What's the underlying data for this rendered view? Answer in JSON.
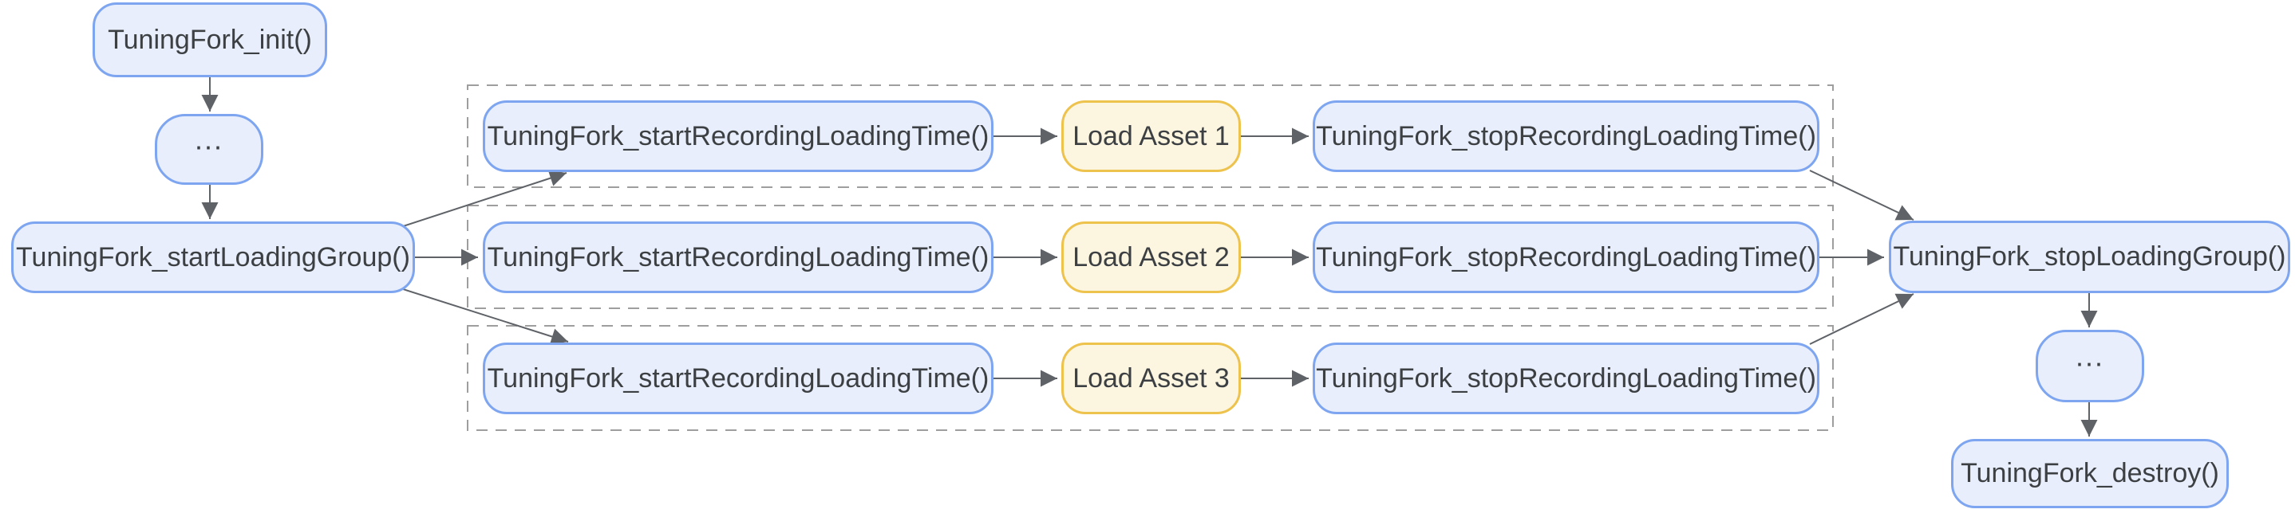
{
  "flow": {
    "init_label": "TuningFork_init()",
    "ellipsis_label": "...",
    "start_group_label": "TuningFork_startLoadingGroup()",
    "stop_group_label": "TuningFork_stopLoadingGroup()",
    "destroy_label": "TuningFork_destroy()",
    "rows": [
      {
        "start_label": "TuningFork_startRecordingLoadingTime()",
        "asset_label": "Load Asset 1",
        "stop_label": "TuningFork_stopRecordingLoadingTime()"
      },
      {
        "start_label": "TuningFork_startRecordingLoadingTime()",
        "asset_label": "Load Asset 2",
        "stop_label": "TuningFork_stopRecordingLoadingTime()"
      },
      {
        "start_label": "TuningFork_startRecordingLoadingTime()",
        "asset_label": "Load Asset 3",
        "stop_label": "TuningFork_stopRecordingLoadingTime()"
      }
    ],
    "edges": [
      "init -> ellipsis-top",
      "ellipsis-top -> startLoadingGroup",
      "startLoadingGroup -> row1.startRecording",
      "startLoadingGroup -> row2.startRecording",
      "startLoadingGroup -> row3.startRecording",
      "row1.startRecording -> row1.loadAsset",
      "row1.loadAsset -> row1.stopRecording",
      "row2.startRecording -> row2.loadAsset",
      "row2.loadAsset -> row2.stopRecording",
      "row3.startRecording -> row3.loadAsset",
      "row3.loadAsset -> row3.stopRecording",
      "row1.stopRecording -> stopLoadingGroup",
      "row2.stopRecording -> stopLoadingGroup",
      "row3.stopRecording -> stopLoadingGroup",
      "stopLoadingGroup -> ellipsis-bottom",
      "ellipsis-bottom -> destroy"
    ],
    "colors": {
      "api_node_fill": "#e8eefc",
      "api_node_border": "#7da5f0",
      "asset_node_fill": "#fcf5e0",
      "asset_node_border": "#edc24d",
      "node_text": "#3c4043",
      "arrow": "#5f6368",
      "group_outline": "#9e9e9e",
      "background": "#ffffff"
    }
  }
}
